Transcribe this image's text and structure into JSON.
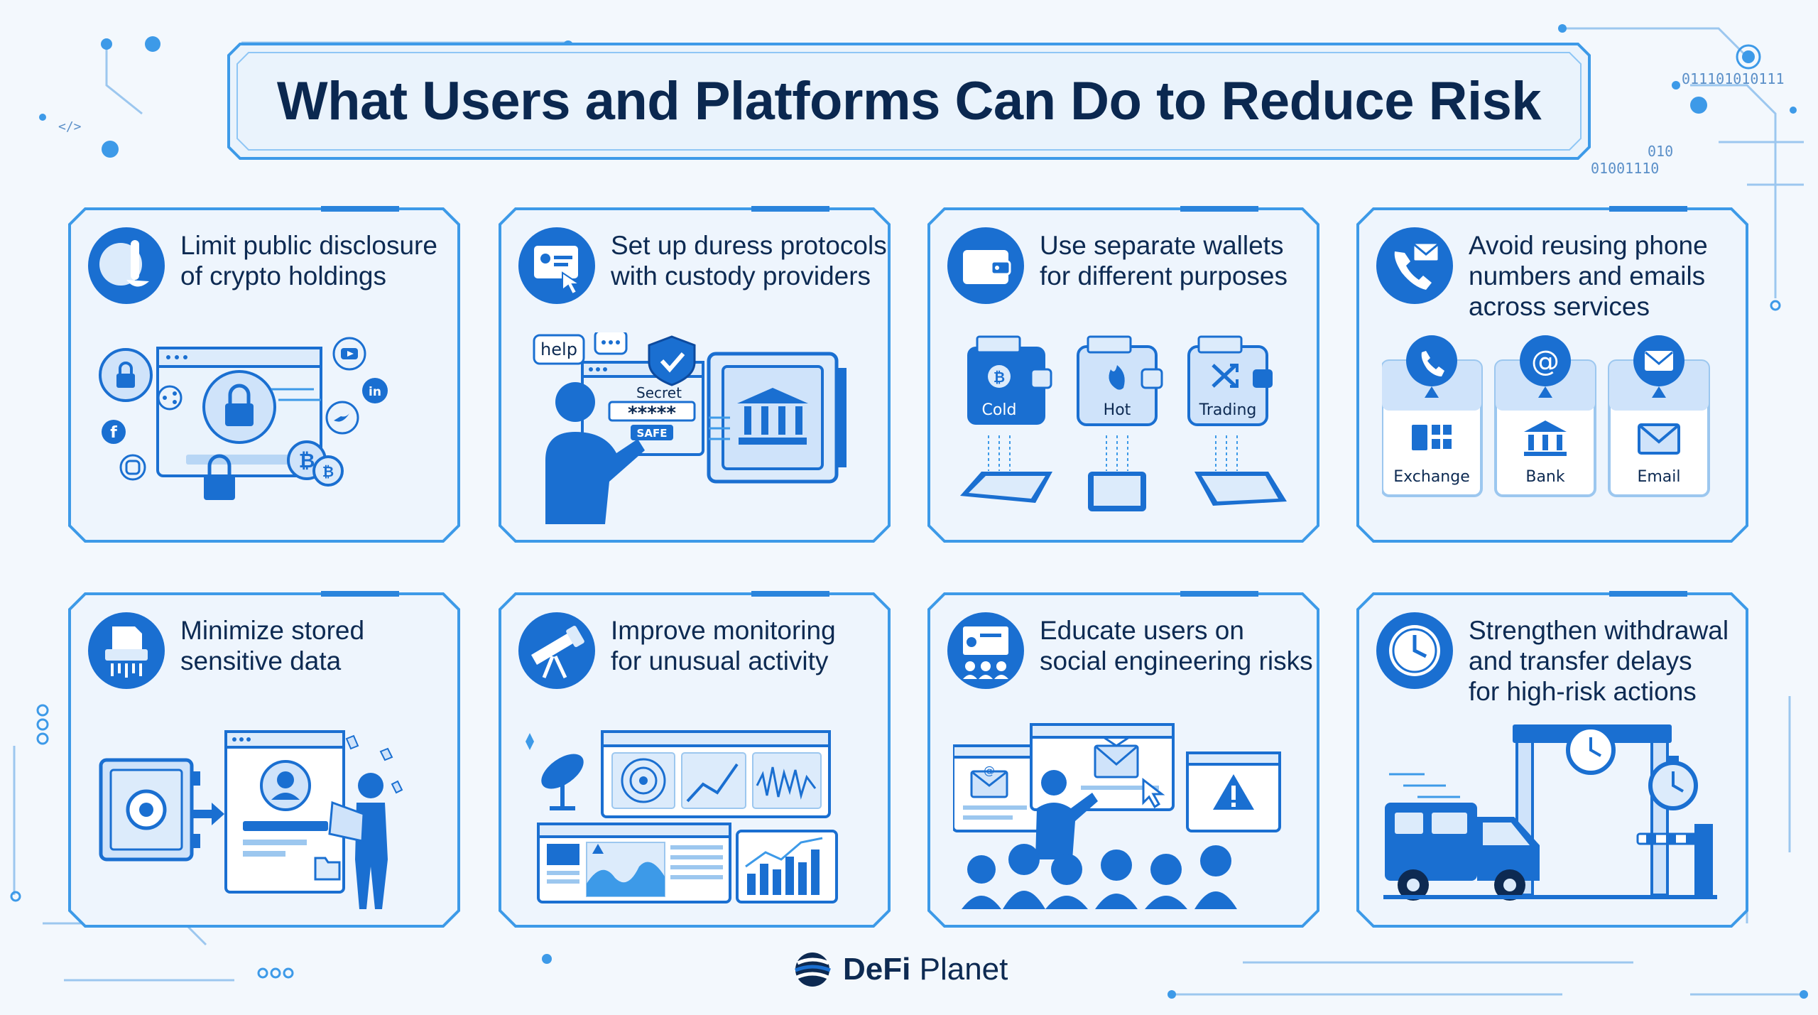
{
  "title": "What Users and Platforms Can Do to Reduce Risk",
  "binary_top": "011101010111",
  "binary_side": [
    "010",
    "01001110"
  ],
  "code_glyph": "</>",
  "cards": [
    {
      "title": "Limit public disclosure\nof crypto holdings",
      "icon": "shush-icon"
    },
    {
      "title": "Set up duress protocols\nwith custody providers",
      "icon": "touch-screen-icon",
      "bubble": "help",
      "secret_label": "Secret",
      "secret_value": "*****",
      "safe_label": "SAFE"
    },
    {
      "title": "Use separate wallets\nfor different purposes",
      "icon": "wallet-icon",
      "wallets": [
        "Cold",
        "Hot",
        "Trading"
      ]
    },
    {
      "title": "Avoid reusing phone\nnumbers and emails\nacross services",
      "icon": "phone-mail-icon",
      "services": [
        "Exchange",
        "Bank",
        "Email"
      ]
    },
    {
      "title": "Minimize stored\nsensitive data",
      "icon": "shredder-icon"
    },
    {
      "title": "Improve monitoring\nfor unusual activity",
      "icon": "telescope-icon"
    },
    {
      "title": "Educate users on\nsocial engineering risks",
      "icon": "presentation-icon"
    },
    {
      "title": "Strengthen withdrawal\nand transfer delays\nfor high-risk actions",
      "icon": "clock-icon"
    }
  ],
  "footer": {
    "brand_bold": "DeFi",
    "brand_light": "Planet"
  },
  "colors": {
    "primary": "#1a6fd1",
    "dark": "#0d2a52",
    "light": "#dcebfb",
    "glow": "#8fc6f5",
    "background": "#f3f8fd"
  }
}
